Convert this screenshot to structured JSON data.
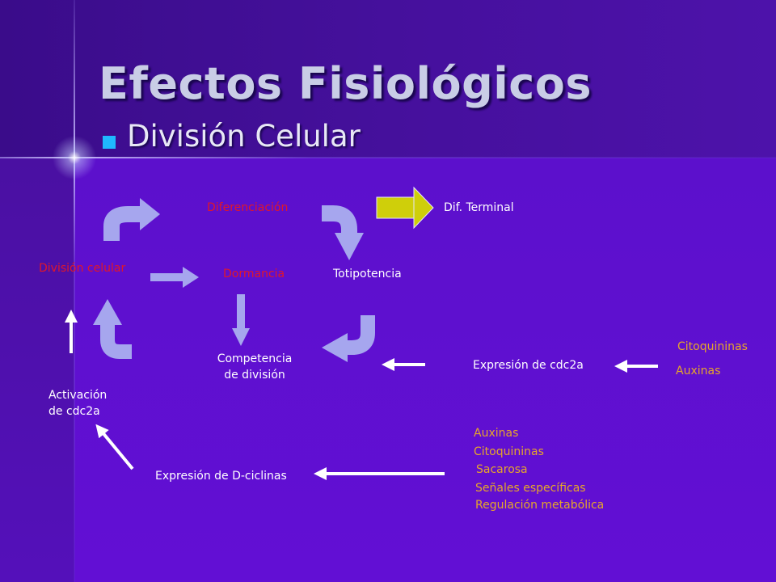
{
  "slide": {
    "title": "Efectos Fisiológicos",
    "bullet": "División Celular"
  },
  "diagram": {
    "nodes": {
      "diferenciacion": "Diferenciación",
      "dif_terminal": "Dif. Terminal",
      "division_celular": "División celular",
      "dormancia": "Dormancia",
      "totipotencia": "Totipotencia",
      "competencia_l1": "Competencia",
      "competencia_l2": "de división",
      "expresion_cdc2a": "Expresión de cdc2a",
      "activacion_l1": "Activación",
      "activacion_l2": "de cdc2a",
      "expresion_dciclinas": "Expresión de D-ciclinas"
    },
    "cdc2a_inducers": [
      "Citoquininas",
      "Auxinas"
    ],
    "dciclinas_inducers": [
      "Auxinas",
      "Citoquininas",
      "Sacarosa",
      "Señales específicas",
      "Regulación metabólica"
    ]
  },
  "colors": {
    "background": "#5a0fc8",
    "title": "#c9cde6",
    "bullet": "#1fb8ff",
    "red_label": "#e0172a",
    "orange_label": "#e6a62a",
    "curved_arrow": "#a6a6ee",
    "terminal_arrow": "#cfcf0a"
  }
}
